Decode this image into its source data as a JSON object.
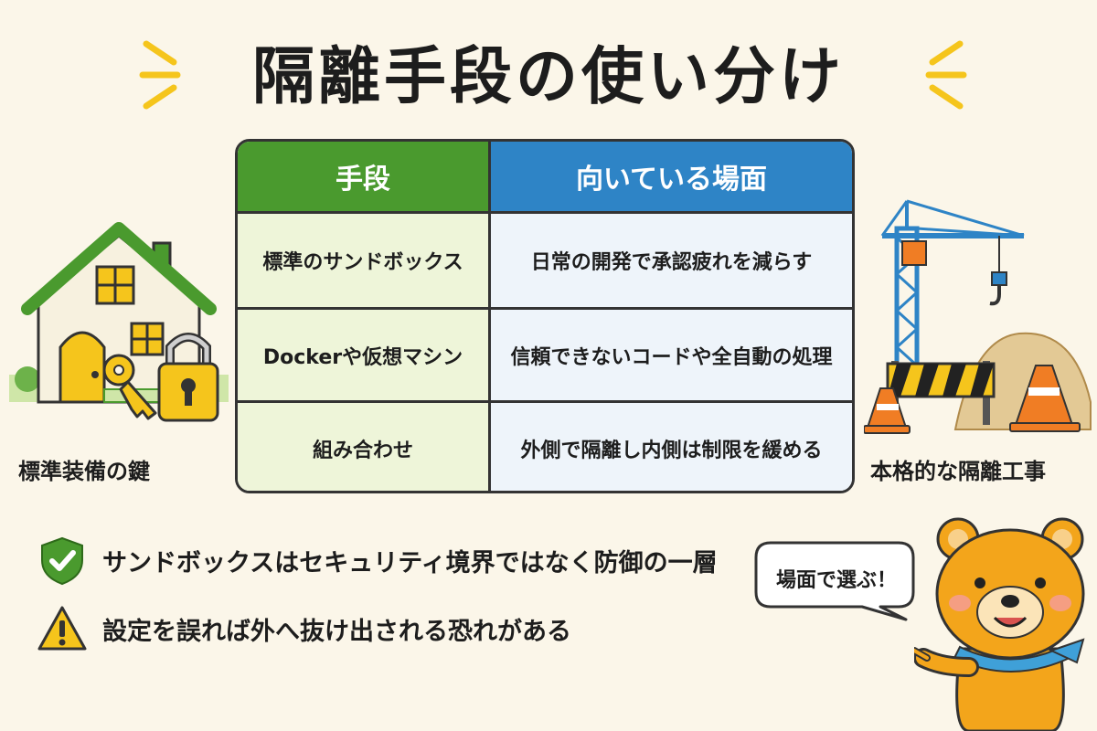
{
  "title": "隔離手段の使い分け",
  "table": {
    "headers": [
      "手段",
      "向いている場面"
    ],
    "rows": [
      [
        "標準のサンドボックス",
        "日常の開発で承認疲れを減らす"
      ],
      [
        "Dockerや仮想マシン",
        "信頼できないコードや全自動の処理"
      ],
      [
        "組み合わせ",
        "外側で隔離し内側は制限を緩める"
      ]
    ]
  },
  "left_caption": "標準装備の鍵",
  "right_caption": "本格的な隔離工事",
  "bullets": [
    {
      "icon": "shield-check-icon",
      "text": "サンドボックスはセキュリティ境界ではなく防御の一層"
    },
    {
      "icon": "warning-icon",
      "text": "設定を誤れば外へ抜け出される恐れがある"
    }
  ],
  "speech": "場面で選ぶ！",
  "colors": {
    "background": "#fbf6e9",
    "header_green": "#4a9a2e",
    "header_blue": "#2e84c6",
    "accent_yellow": "#f5c51c",
    "bear_orange": "#f3a51b"
  }
}
